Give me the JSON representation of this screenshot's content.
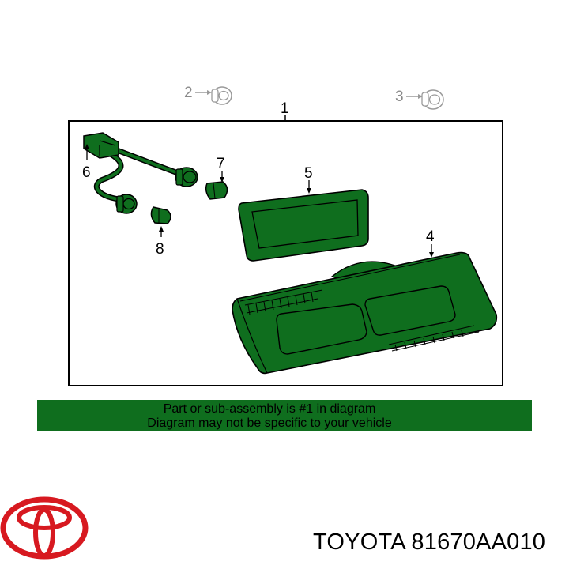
{
  "callouts": {
    "c1": "1",
    "c2": "2",
    "c3": "3",
    "c4": "4",
    "c5": "5",
    "c6": "6",
    "c7": "7",
    "c8": "8"
  },
  "notice": {
    "line1": "Part or sub-assembly is #1 in diagram",
    "line2": "Diagram may not be specific to your vehicle"
  },
  "brand": {
    "text": "TOYOTA 81670AA010",
    "logo_color": "#d71920"
  },
  "colors": {
    "part_fill": "#0f6e1e",
    "banner": "#0f6e1e",
    "outline": "#000000",
    "hardware_grey": "#9a9a9a"
  }
}
